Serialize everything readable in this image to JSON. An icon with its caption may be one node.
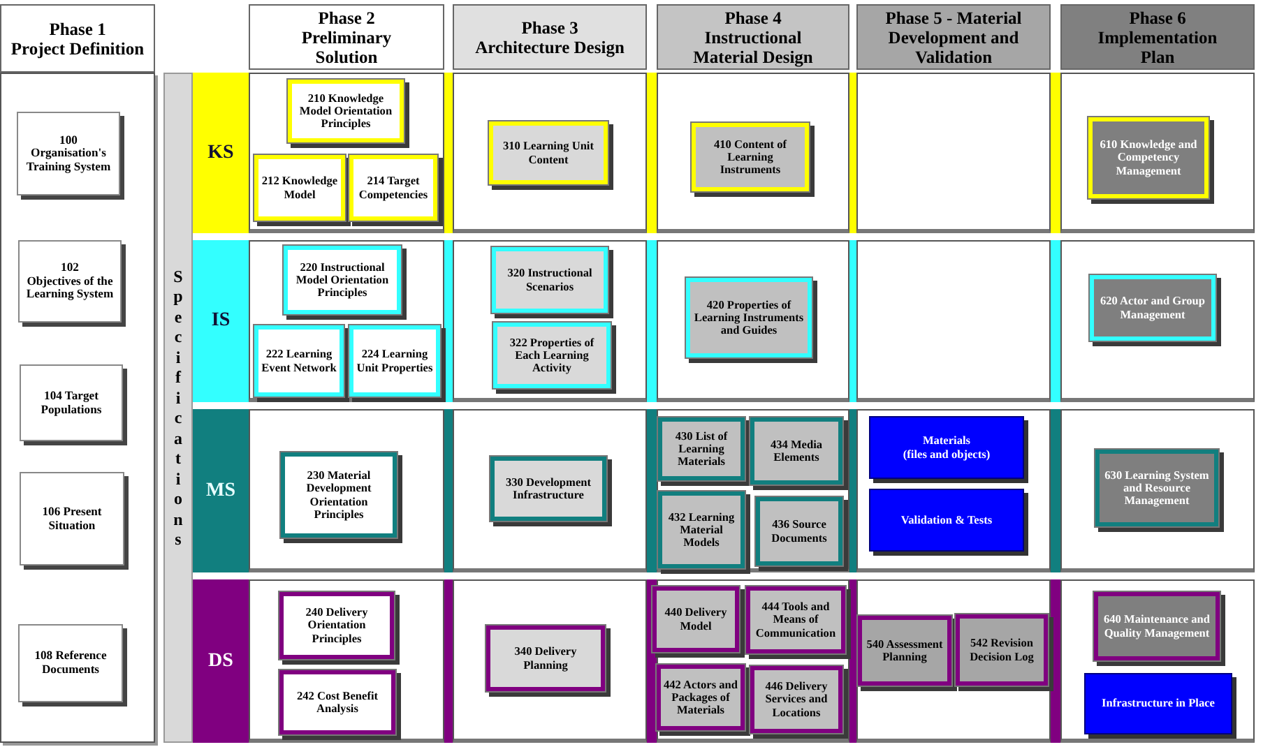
{
  "diagram": {
    "nodes": [
      {
        "text": [
          "Phase 1",
          "Project Definition"
        ]
      },
      {
        "text": [
          "Phase 2",
          "Preliminary Solution"
        ]
      },
      {
        "text": [
          "Phase 3",
          "Architecture Design"
        ]
      },
      {
        "text": [
          "Phase 4",
          "Instructional Material Design"
        ]
      },
      {
        "text": [
          "Phase 5 - Material Development and Validation"
        ]
      },
      {
        "text": [
          "Phase 6",
          "Implementation Plan"
        ]
      },
      {
        "text": [
          "100",
          "Organisation's Training System"
        ]
      },
      {
        "text": [
          "102",
          "Objectives of the Learning System"
        ]
      },
      {
        "text": [
          "104 Target Populations"
        ]
      },
      {
        "text": [
          "106 Present Situation"
        ]
      },
      {
        "text": [
          "108 Reference Documents"
        ]
      },
      {
        "text": [
          "Specifications"
        ]
      },
      {
        "text": [
          "KS"
        ]
      },
      {
        "text": [
          "210 Knowledge Model Orientation Principles"
        ]
      },
      {
        "text": [
          "212 Knowledge Model"
        ]
      },
      {
        "text": [
          "214 Target Competencies"
        ]
      },
      {
        "text": [
          "310 Learning Unit Content"
        ]
      },
      {
        "text": [
          "410 Content of Learning Instruments"
        ]
      },
      {
        "text": [
          "610 Knowledge and Competency Management"
        ]
      },
      {
        "text": [
          "IS"
        ]
      },
      {
        "text": [
          "220 Instructional Model Orientation Principles"
        ]
      },
      {
        "text": [
          "222 Learning Event Network"
        ]
      },
      {
        "text": [
          "224 Learning Unit Properties"
        ]
      },
      {
        "text": [
          "320 Instructional Scenarios"
        ]
      },
      {
        "text": [
          "322 Properties of Each Learning Activity"
        ]
      },
      {
        "text": [
          "420 Properties of Learning Instruments and Guides"
        ]
      },
      {
        "text": [
          "620 Actor and Group Management"
        ]
      },
      {
        "text": [
          "MS"
        ]
      },
      {
        "text": [
          "230 Material Development Orientation Principles"
        ]
      },
      {
        "text": [
          "330 Development Infrastructure"
        ]
      },
      {
        "text": [
          "430 List of Learning Materials"
        ]
      },
      {
        "text": [
          "434 Media Elements"
        ]
      },
      {
        "text": [
          "432 Learning Material Models"
        ]
      },
      {
        "text": [
          "436 Source Documents"
        ]
      },
      {
        "text": [
          "Materials",
          "(files and objects)"
        ]
      },
      {
        "text": [
          "Validation & Tests"
        ]
      },
      {
        "text": [
          "630 Learning System and Resource Management"
        ]
      },
      {
        "text": [
          "DS"
        ]
      },
      {
        "text": [
          "240 Delivery Orientation Principles"
        ]
      },
      {
        "text": [
          "242 Cost Benefit Analysis"
        ]
      },
      {
        "text": [
          "340 Delivery Planning"
        ]
      },
      {
        "text": [
          "440 Delivery Model"
        ]
      },
      {
        "text": [
          "444 Tools and Means of Communication"
        ]
      },
      {
        "text": [
          "442 Actors and Packages of Materials"
        ]
      },
      {
        "text": [
          "446 Delivery Services and Locations"
        ]
      },
      {
        "text": [
          "540 Assessment Planning"
        ]
      },
      {
        "text": [
          "542 Revision Decision Log"
        ]
      },
      {
        "text": [
          "640 Maintenance and Quality Management"
        ]
      },
      {
        "text": [
          "Infrastructure in Place"
        ]
      }
    ]
  }
}
